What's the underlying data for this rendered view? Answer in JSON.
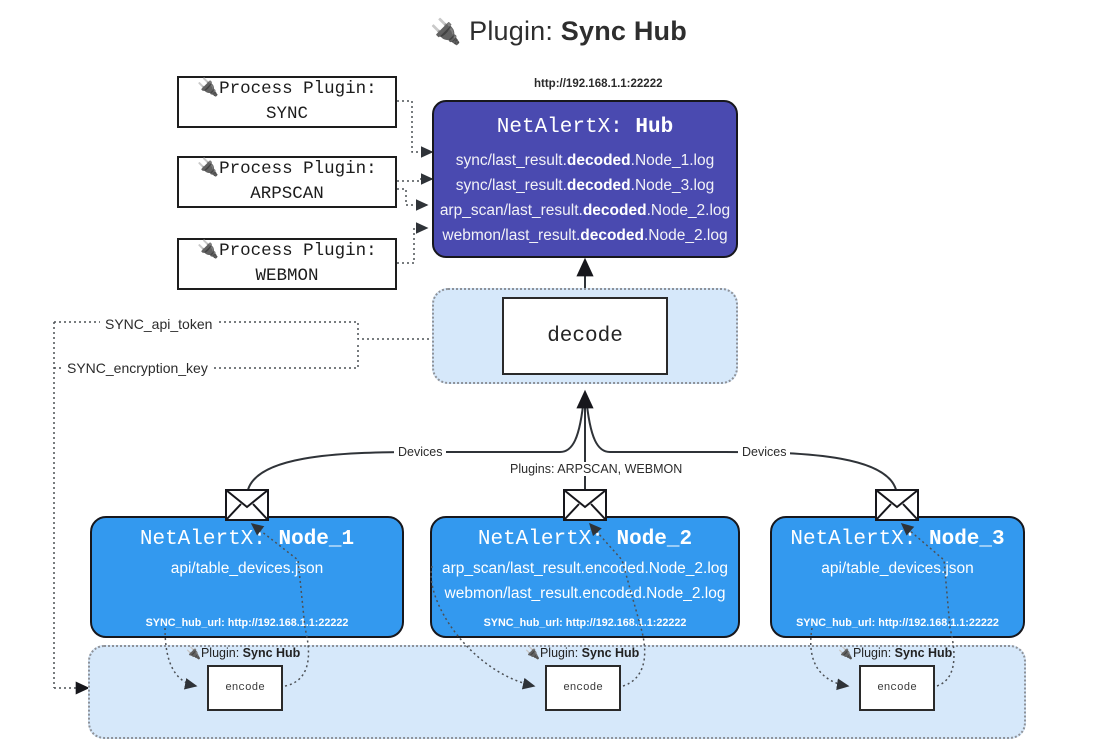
{
  "title": {
    "icon": "plug-icon",
    "prefix": "Plugin:",
    "name": "Sync Hub"
  },
  "process_plugins": [
    {
      "line1": "Process Plugin:",
      "line2": "SYNC"
    },
    {
      "line1": "Process Plugin:",
      "line2": "ARPSCAN"
    },
    {
      "line1": "Process Plugin:",
      "line2": "WEBMON"
    }
  ],
  "hub": {
    "url": "http://192.168.1.1:22222",
    "header_prefix": "NetAlertX:",
    "header_name": "Hub",
    "logs": [
      {
        "pre": "sync/last_result.",
        "em": "decoded",
        "post": ".Node_1.log"
      },
      {
        "pre": "sync/last_result.",
        "em": "decoded",
        "post": ".Node_3.log"
      },
      {
        "pre": "arp_scan/last_result.",
        "em": "decoded",
        "post": ".Node_2.log"
      },
      {
        "pre": "webmon/last_result.",
        "em": "decoded",
        "post": ".Node_2.log"
      }
    ]
  },
  "decode": {
    "label": "decode"
  },
  "secrets": [
    {
      "label": "SYNC_api_token"
    },
    {
      "label": "SYNC_encryption_key"
    }
  ],
  "edge_labels": {
    "left_devices": "Devices",
    "center_plugins": "Plugins: ARPSCAN, WEBMON",
    "right_devices": "Devices"
  },
  "nodes": [
    {
      "header_prefix": "NetAlertX:",
      "header_name": "Node_1",
      "lines": [
        "api/table_devices.json"
      ],
      "footer": "SYNC_hub_url: http://192.168.1.1:22222",
      "icon": "envelope-icon"
    },
    {
      "header_prefix": "NetAlertX:",
      "header_name": "Node_2",
      "lines": [
        "arp_scan/last_result.encoded.Node_2.log",
        "webmon/last_result.encoded.Node_2.log"
      ],
      "footer": "SYNC_hub_url: http://192.168.1.1:22222",
      "icon": "envelope-icon"
    },
    {
      "header_prefix": "NetAlertX:",
      "header_name": "Node_3",
      "lines": [
        "api/table_devices.json"
      ],
      "footer": "SYNC_hub_url: http://192.168.1.1:22222",
      "icon": "envelope-icon"
    }
  ],
  "encoders": [
    {
      "plugin_prefix": "Plugin:",
      "plugin_name": "Sync Hub",
      "label": "encode"
    },
    {
      "plugin_prefix": "Plugin:",
      "plugin_name": "Sync Hub",
      "label": "encode"
    },
    {
      "plugin_prefix": "Plugin:",
      "plugin_name": "Sync Hub",
      "label": "encode"
    }
  ],
  "colors": {
    "hub_fill": "#4a4ab0",
    "node_fill": "#3399ef",
    "panel_fill": "#d6e8fa",
    "stroke": "#17171c"
  }
}
